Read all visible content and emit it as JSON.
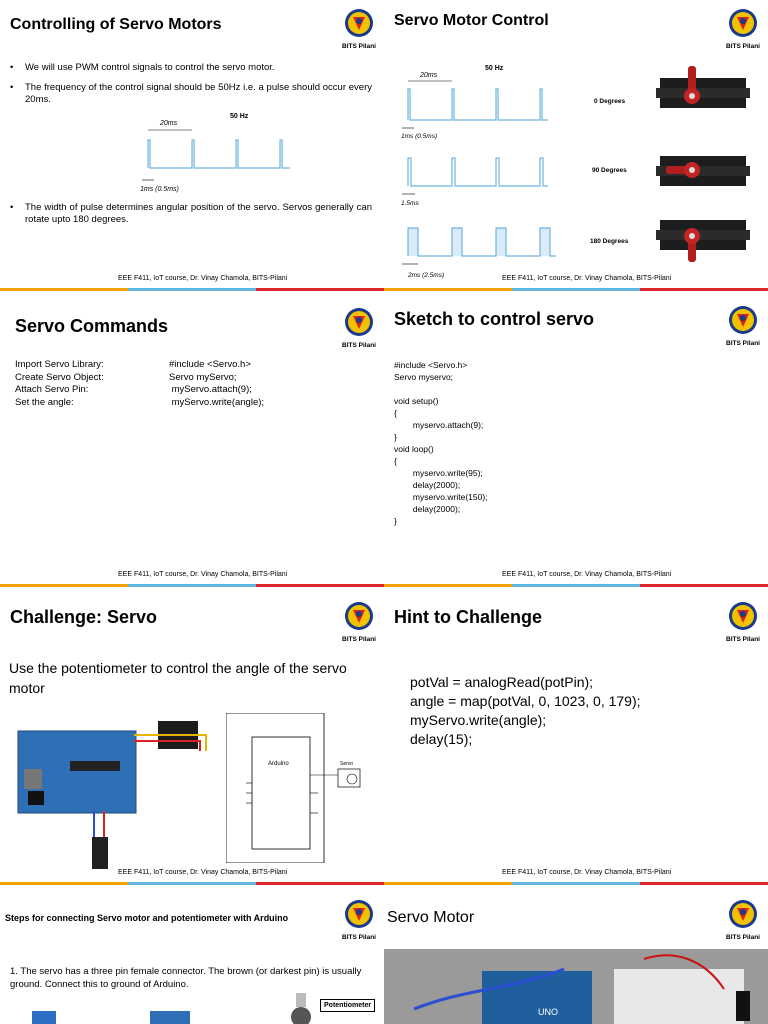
{
  "logo_text": "BITS Pilani",
  "footer_text": "EEE F411, IoT course, Dr. Vinay Chamola, BITS-Pilani",
  "colors": {
    "stripe": [
      "#f4a300",
      "#f4a300",
      "#5fb4e0",
      "#5fb4e0",
      "#e0262b",
      "#e0262b"
    ],
    "pulse": "#6fb3e0"
  },
  "slide1": {
    "title": "Controlling of Servo Motors",
    "bullets": [
      "We will use PWM control signals to control the servo motor.",
      "The frequency of the control signal should be 50Hz i.e. a pulse should occur every 20ms.",
      "The width of pulse determines angular position of the servo. Servos generally can rotate upto 180 degrees."
    ],
    "diagram": {
      "period_label": "20ms",
      "freq_label": "50 Hz",
      "width_label": "1ms  (0.5ms)"
    }
  },
  "slide2": {
    "title": "Servo Motor Control",
    "period_label": "20ms",
    "freq_label": "50 Hz",
    "rows": [
      {
        "width_label": "1ms  (0.5ms)",
        "angle_label": "0 Degrees"
      },
      {
        "width_label": "1.5ms",
        "angle_label": "90 Degrees"
      },
      {
        "width_label": "2ms  (2.5ms)",
        "angle_label": "180 Degrees"
      }
    ]
  },
  "slide3": {
    "title": "Servo Commands",
    "rows": [
      {
        "label": "Import Servo Library:",
        "code": "#include <Servo.h>"
      },
      {
        "label": "Create Servo Object:",
        "code": "Servo myServo;"
      },
      {
        "label": "Attach Servo Pin:",
        "code": " myServo.attach(9);"
      },
      {
        "label": "Set the angle:",
        "code": " myServo.write(angle);"
      }
    ]
  },
  "slide4": {
    "title": "Sketch to control servo",
    "code": "#include <Servo.h>\nServo myservo;\n\nvoid setup()\n{\n        myservo.attach(9);\n}\nvoid loop()\n{\n        myservo.write(95);\n        delay(2000);\n        myservo.write(150);\n        delay(2000);\n}"
  },
  "slide5": {
    "title": "Challenge: Servo",
    "text": "Use the potentiometer to control the angle of the servo motor",
    "schematic": {
      "board_label": "Arduino",
      "servo_label": "Servo"
    }
  },
  "slide6": {
    "title": "Hint to Challenge",
    "lines": [
      "potVal = analogRead(potPin);",
      "angle = map(potVal, 0, 1023, 0, 179);",
      "myServo.write(angle);",
      "delay(15);"
    ]
  },
  "slide7": {
    "title": "Steps for connecting Servo motor and potentiometer with Arduino",
    "text": "1. The servo has a three pin female connector. The brown (or darkest pin) is usually ground. Connect this to ground of Arduino.",
    "pot_label": "Potentiometer"
  },
  "slide8": {
    "title": "Servo Motor",
    "photo_label": "UNO"
  }
}
